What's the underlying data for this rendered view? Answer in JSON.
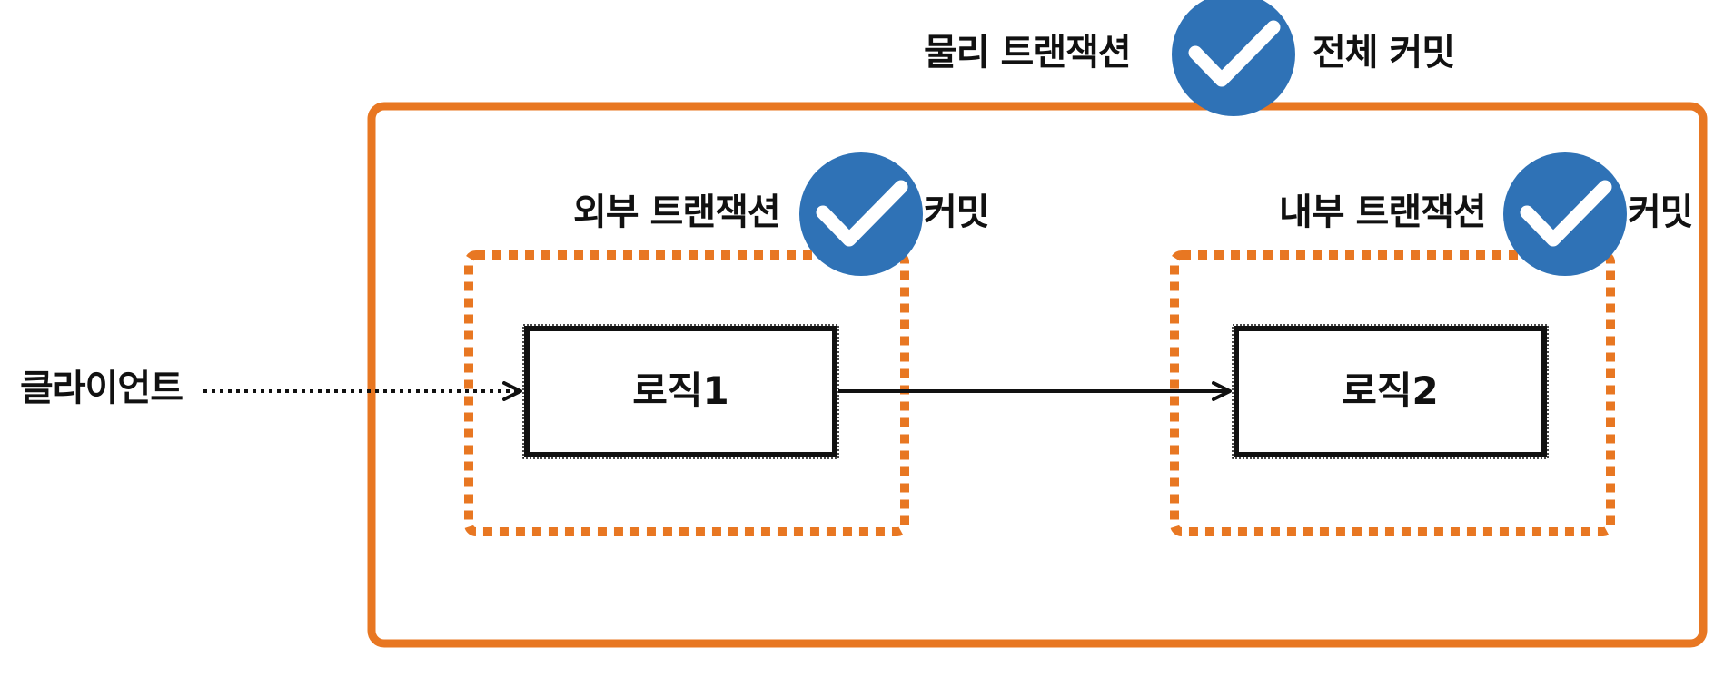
{
  "colors": {
    "physical_border": "#E87722",
    "logical_border": "#E87722",
    "check_fill": "#2F72B6",
    "check_mark": "#ffffff",
    "logic_border": "#111111",
    "arrow": "#111111"
  },
  "physical": {
    "title": "물리 트랜잭션",
    "status": "전체 커밋",
    "status_icon": "check-circle-icon"
  },
  "outer": {
    "title": "외부 트랜잭션",
    "status": "커밋",
    "status_icon": "check-circle-icon",
    "logic_label": "로직1"
  },
  "inner": {
    "title": "내부 트랜잭션",
    "status": "커밋",
    "status_icon": "check-circle-icon",
    "logic_label": "로직2"
  },
  "client": {
    "label": "클라이언트"
  }
}
